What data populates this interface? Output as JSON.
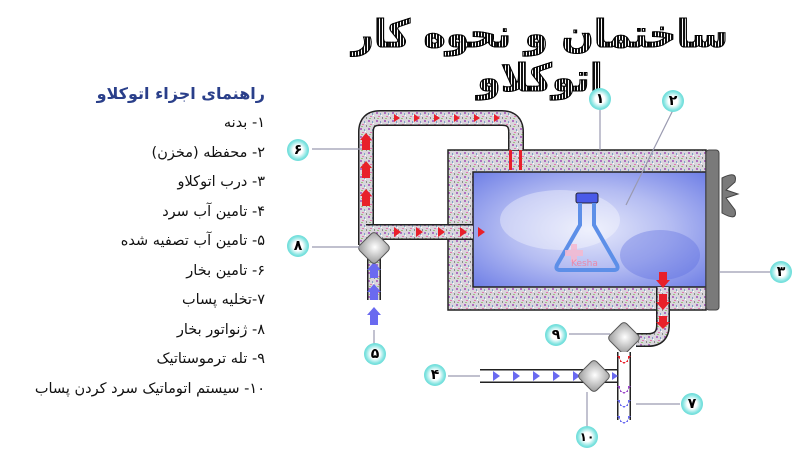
{
  "title": "ساختمان و نحوه کار اتوکلاو",
  "legend": {
    "title": "راهنمای اجزاء اتوکلاو",
    "items": [
      "۱- بدنه",
      "۲- محفظه (مخزن)",
      "۳- درب اتوکلاو",
      "۴- تامین آب سرد",
      "۵- تامین آب تصفیه شده",
      "۶- تامین بخار",
      "۷-تخلیه پساب",
      "۸- ژنواتور بخار",
      "۹- تله ترموستاتیک",
      "۱۰- سیستم اتوماتیک سرد کردن پساب"
    ]
  },
  "callouts": {
    "c1": "۱",
    "c2": "۲",
    "c3": "۳",
    "c4": "۴",
    "c5": "۵",
    "c6": "۶",
    "c7": "۷",
    "c8": "۸",
    "c9": "۹",
    "c10": "۱۰"
  },
  "flask_label": "Kesha",
  "colors": {
    "steam_arrow": "#e8202a",
    "water_arrow": "#6a6af0",
    "chamber": "#8f9ff0",
    "door": "#7a7a7a",
    "callout": "#4fd3cf",
    "legend_title": "#2a3f8a"
  }
}
